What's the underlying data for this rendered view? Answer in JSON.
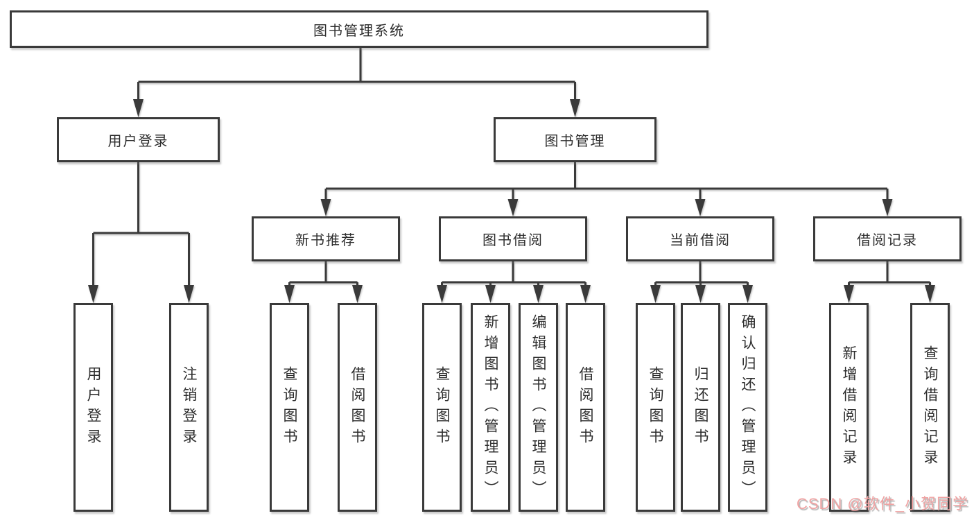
{
  "root": {
    "label": "图书管理系统"
  },
  "branches": {
    "user_login": {
      "label": "用户登录"
    },
    "book_management": {
      "label": "图书管理"
    }
  },
  "level2": {
    "new_book_recommend": {
      "label": "新书推荐"
    },
    "book_borrowing": {
      "label": "图书借阅"
    },
    "current_borrowing": {
      "label": "当前借阅"
    },
    "borrowing_records": {
      "label": "借阅记录"
    }
  },
  "leaves": {
    "user_login": {
      "label": "用户登录"
    },
    "logout": {
      "label": "注销登录"
    },
    "nb_query_books": {
      "label": "查询图书"
    },
    "nb_borrow_books": {
      "label": "借阅图书"
    },
    "bb_query_books": {
      "label": "查询图书"
    },
    "bb_add_books_admin": {
      "label": "新增图书（管理员）"
    },
    "bb_edit_books_admin": {
      "label": "编辑图书（管理员）"
    },
    "bb_borrow_books": {
      "label": "借阅图书"
    },
    "cb_query_books": {
      "label": "查询图书"
    },
    "cb_return_books": {
      "label": "归还图书"
    },
    "cb_confirm_return_admin": {
      "label": "确认归还（管理员）"
    },
    "br_add_record": {
      "label": "新增借阅记录"
    },
    "br_query_record": {
      "label": "查询借阅记录"
    }
  },
  "watermark": {
    "text": "CSDN @软件_小贺同学"
  },
  "colors": {
    "line": "#3a3a3a",
    "text": "#2d2d2d",
    "watermark_pink": "#f0a2a2",
    "background": "#ffffff"
  }
}
